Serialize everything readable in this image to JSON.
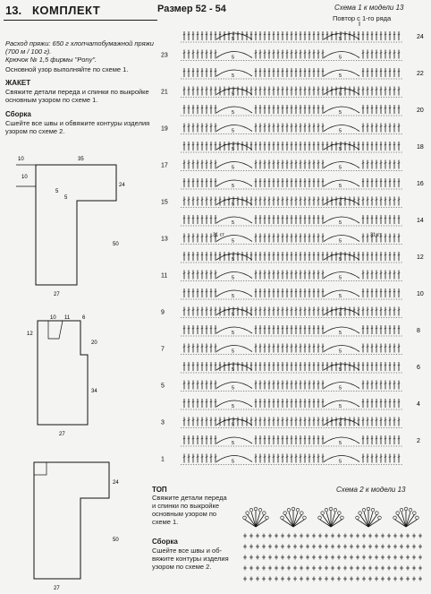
{
  "header": {
    "number": "13.",
    "title": "КОМПЛЕКТ",
    "size": "Размер 52 - 54"
  },
  "scheme1": {
    "title": "Схема 1 к модели 13",
    "repeat_note": "Повтор с 1-го ряда"
  },
  "scheme2": {
    "title": "Схема 2 к модели 13"
  },
  "materials": {
    "line1": "Расход пряжи: 650 г хлопчатобумажной пряжи",
    "line2": "(700 м / 100 г).",
    "line3": "Крючок № 1,5 фирмы \"Pony\".",
    "line4": "Основной узор выполняйте по схеме 1."
  },
  "jacket": {
    "title": "ЖАКЕТ",
    "text1": "Свяжите детали переда и спинки по выкройке",
    "text2": "основным узором по схеме 1.",
    "assembly_title": "Сборка",
    "assembly1": "Сшейте все швы и обвяжите контуры изделия",
    "assembly2": "узором по схеме 2."
  },
  "top": {
    "title": "ТОП",
    "text1": "Свяжите детали переда",
    "text2": "и спинки по выкройке",
    "text3": "основным узором по",
    "text4": "схеме 1.",
    "assembly_title": "Сборка",
    "assembly1": "Сшейте все швы и об-",
    "assembly2": "вяжите контуры изделия",
    "assembly3": "узором по схеме 2."
  },
  "pattern1": {
    "top": "10",
    "top2": "35",
    "left": "10",
    "right": "24",
    "diag1": "5",
    "diag2": "5",
    "side": "50",
    "bottom": "27"
  },
  "pattern2": {
    "t1": "10",
    "t2": "11",
    "t3": "6",
    "left": "12",
    "right1": "20",
    "right2": "34",
    "bottom": "27"
  },
  "pattern3": {
    "right1": "24",
    "right2": "50",
    "bottom": "27"
  },
  "row_numbers": {
    "left": [
      "23",
      "21",
      "19",
      "17",
      "15",
      "13",
      "11",
      "9",
      "7",
      "5",
      "3",
      "1"
    ],
    "right": [
      "24",
      "22",
      "20",
      "18",
      "16",
      "14",
      "12",
      "10",
      "8",
      "6",
      "4",
      "2"
    ]
  },
  "stitch_labels": {
    "five": "5",
    "thirty_one": "31 ст"
  }
}
